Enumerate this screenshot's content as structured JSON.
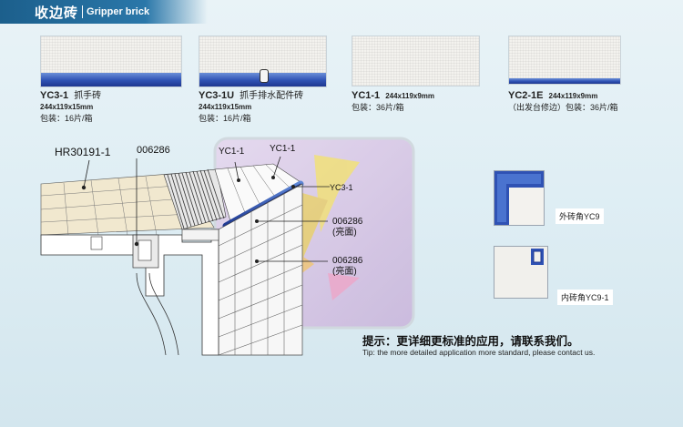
{
  "header": {
    "title_cn": "收边砖",
    "title_en": "Gripper brick"
  },
  "products": [
    {
      "code": "YC3-1",
      "name": "抓手砖",
      "size": "244x119x15mm",
      "pack": "包装：16片/箱"
    },
    {
      "code": "YC3-1U",
      "name": "抓手排水配件砖",
      "size": "244x119x15mm",
      "pack": "包装：16片/箱"
    },
    {
      "code": "YC1-1",
      "name": "",
      "size": "244x119x9mm",
      "pack": "包装：36片/箱"
    },
    {
      "code": "YC2-1E",
      "name": "",
      "size": "244x119x9mm",
      "pack": "（出发台修边）包装：36片/箱"
    }
  ],
  "diagram_labels": {
    "hr": "HR30191-1",
    "code_006286": "006286",
    "yc1_left": "YC1-1",
    "yc1_right": "YC1-1",
    "yc3": "YC3-1",
    "glossy_1_code": "006286",
    "glossy_1_note": "(亮面)",
    "glossy_2_code": "006286",
    "glossy_2_note": "(亮面)"
  },
  "corners": [
    {
      "label": "外砖角YC9"
    },
    {
      "label": "内砖角YC9-1"
    }
  ],
  "tip": {
    "cn": "提示：更详细更标准的应用，请联系我们。",
    "en": "Tip: the more detailed application more standard, please contact us."
  },
  "colors": {
    "accent_blue": "#2f52b4",
    "header_blue": "#1c5f8c"
  }
}
